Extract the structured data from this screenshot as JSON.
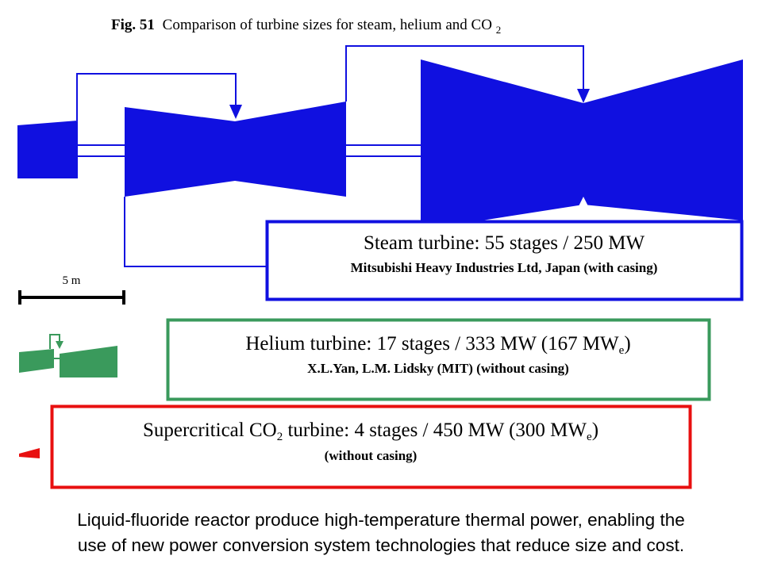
{
  "figure": {
    "title_prefix": "Fig. 51",
    "title_text": "Comparison of turbine sizes for steam, helium and CO",
    "title_subscript": "2"
  },
  "scale_bar": {
    "label": "5 m"
  },
  "steam": {
    "title": "Steam turbine: 55 stages / 250 MW",
    "source": "Mitsubishi Heavy Industries Ltd, Japan (with casing)",
    "color": "#1010e0"
  },
  "helium": {
    "title_main": "Helium turbine: 17 stages / 333 MW (167 MW",
    "title_sub": "e",
    "title_end": ")",
    "source": "X.L.Yan, L.M. Lidsky (MIT) (without casing)",
    "color": "#3a9a5c"
  },
  "co2": {
    "title_a": "Supercritical CO",
    "title_a_sub": "2",
    "title_b": " turbine: 4 stages / 450 MW (300 MW",
    "title_b_sub": "e",
    "title_end": ")",
    "source": "(without casing)",
    "color": "#e81010"
  },
  "caption": {
    "line1": "Liquid-fluoride reactor produce high-temperature thermal power, enabling the",
    "line2": "use of new power conversion system technologies that reduce size and cost."
  }
}
